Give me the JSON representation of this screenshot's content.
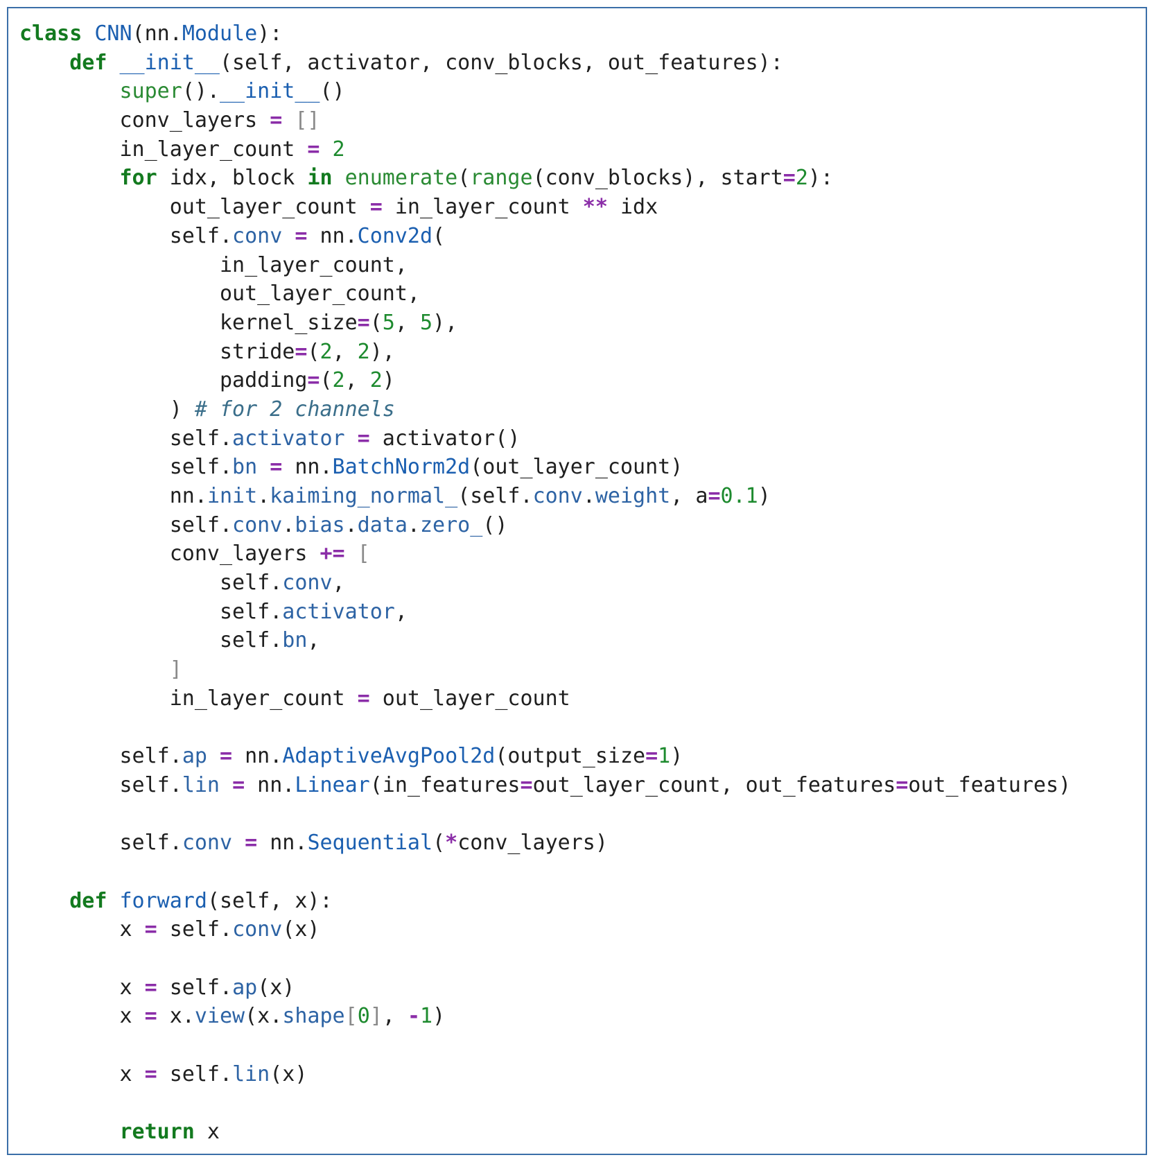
{
  "colors": {
    "frame_border": "#3b6fa8",
    "keyword": "#137a1f",
    "builtin": "#2a8a33",
    "name": "#1b5fb0",
    "attribute": "#2d63a4",
    "operator": "#8b2ea8",
    "number": "#1d8a2e",
    "bracket": "#8a8a8a",
    "comment": "#3a6e8a",
    "text": "#1f1f1f"
  },
  "code": {
    "lines": [
      [
        [
          "kw",
          "class"
        ],
        [
          "p",
          " "
        ],
        [
          "cls",
          "CNN"
        ],
        [
          "p",
          "(nn."
        ],
        [
          "cls",
          "Module"
        ],
        [
          "p",
          "):"
        ]
      ],
      [
        [
          "p",
          "    "
        ],
        [
          "kw",
          "def"
        ],
        [
          "p",
          " "
        ],
        [
          "fn",
          "__init__"
        ],
        [
          "p",
          "(self, activator, conv_blocks, out_features):"
        ]
      ],
      [
        [
          "p",
          "        "
        ],
        [
          "builtin",
          "super"
        ],
        [
          "p",
          "()."
        ],
        [
          "fn",
          "__init__"
        ],
        [
          "p",
          "()"
        ]
      ],
      [
        [
          "p",
          "        conv_layers "
        ],
        [
          "op",
          "="
        ],
        [
          "p",
          " "
        ],
        [
          "bracket",
          "[]"
        ]
      ],
      [
        [
          "p",
          "        in_layer_count "
        ],
        [
          "op",
          "="
        ],
        [
          "p",
          " "
        ],
        [
          "num",
          "2"
        ]
      ],
      [
        [
          "p",
          "        "
        ],
        [
          "kw",
          "for"
        ],
        [
          "p",
          " idx, block "
        ],
        [
          "kw",
          "in"
        ],
        [
          "p",
          " "
        ],
        [
          "builtin",
          "enumerate"
        ],
        [
          "p",
          "("
        ],
        [
          "builtin",
          "range"
        ],
        [
          "p",
          "(conv_blocks), start"
        ],
        [
          "op",
          "="
        ],
        [
          "num",
          "2"
        ],
        [
          "p",
          "):"
        ]
      ],
      [
        [
          "p",
          "            out_layer_count "
        ],
        [
          "op",
          "="
        ],
        [
          "p",
          " in_layer_count "
        ],
        [
          "op",
          "**"
        ],
        [
          "p",
          " idx"
        ]
      ],
      [
        [
          "p",
          "            self."
        ],
        [
          "attr",
          "conv"
        ],
        [
          "p",
          " "
        ],
        [
          "op",
          "="
        ],
        [
          "p",
          " nn."
        ],
        [
          "cls",
          "Conv2d"
        ],
        [
          "p",
          "("
        ]
      ],
      [
        [
          "p",
          "                in_layer_count,"
        ]
      ],
      [
        [
          "p",
          "                out_layer_count,"
        ]
      ],
      [
        [
          "p",
          "                kernel_size"
        ],
        [
          "op",
          "="
        ],
        [
          "p",
          "("
        ],
        [
          "num",
          "5"
        ],
        [
          "p",
          ", "
        ],
        [
          "num",
          "5"
        ],
        [
          "p",
          "),"
        ]
      ],
      [
        [
          "p",
          "                stride"
        ],
        [
          "op",
          "="
        ],
        [
          "p",
          "("
        ],
        [
          "num",
          "2"
        ],
        [
          "p",
          ", "
        ],
        [
          "num",
          "2"
        ],
        [
          "p",
          "),"
        ]
      ],
      [
        [
          "p",
          "                padding"
        ],
        [
          "op",
          "="
        ],
        [
          "p",
          "("
        ],
        [
          "num",
          "2"
        ],
        [
          "p",
          ", "
        ],
        [
          "num",
          "2"
        ],
        [
          "p",
          ")"
        ]
      ],
      [
        [
          "p",
          "            ) "
        ],
        [
          "cmt",
          "# for 2 channels"
        ]
      ],
      [
        [
          "p",
          "            self."
        ],
        [
          "attr",
          "activator"
        ],
        [
          "p",
          " "
        ],
        [
          "op",
          "="
        ],
        [
          "p",
          " activator()"
        ]
      ],
      [
        [
          "p",
          "            self."
        ],
        [
          "attr",
          "bn"
        ],
        [
          "p",
          " "
        ],
        [
          "op",
          "="
        ],
        [
          "p",
          " nn."
        ],
        [
          "cls",
          "BatchNorm2d"
        ],
        [
          "p",
          "(out_layer_count)"
        ]
      ],
      [
        [
          "p",
          "            nn."
        ],
        [
          "attr",
          "init"
        ],
        [
          "p",
          "."
        ],
        [
          "attr",
          "kaiming_normal_"
        ],
        [
          "p",
          "(self."
        ],
        [
          "attr",
          "conv"
        ],
        [
          "p",
          "."
        ],
        [
          "attr",
          "weight"
        ],
        [
          "p",
          ", a"
        ],
        [
          "op",
          "="
        ],
        [
          "num",
          "0.1"
        ],
        [
          "p",
          ")"
        ]
      ],
      [
        [
          "p",
          "            self."
        ],
        [
          "attr",
          "conv"
        ],
        [
          "p",
          "."
        ],
        [
          "attr",
          "bias"
        ],
        [
          "p",
          "."
        ],
        [
          "attr",
          "data"
        ],
        [
          "p",
          "."
        ],
        [
          "attr",
          "zero_"
        ],
        [
          "p",
          "()"
        ]
      ],
      [
        [
          "p",
          "            conv_layers "
        ],
        [
          "op",
          "+="
        ],
        [
          "p",
          " "
        ],
        [
          "bracket",
          "["
        ]
      ],
      [
        [
          "p",
          "                self."
        ],
        [
          "attr",
          "conv"
        ],
        [
          "p",
          ","
        ]
      ],
      [
        [
          "p",
          "                self."
        ],
        [
          "attr",
          "activator"
        ],
        [
          "p",
          ","
        ]
      ],
      [
        [
          "p",
          "                self."
        ],
        [
          "attr",
          "bn"
        ],
        [
          "p",
          ","
        ]
      ],
      [
        [
          "p",
          "            "
        ],
        [
          "bracket",
          "]"
        ]
      ],
      [
        [
          "p",
          "            in_layer_count "
        ],
        [
          "op",
          "="
        ],
        [
          "p",
          " out_layer_count"
        ]
      ],
      [],
      [
        [
          "p",
          "        self."
        ],
        [
          "attr",
          "ap"
        ],
        [
          "p",
          " "
        ],
        [
          "op",
          "="
        ],
        [
          "p",
          " nn."
        ],
        [
          "cls",
          "AdaptiveAvgPool2d"
        ],
        [
          "p",
          "(output_size"
        ],
        [
          "op",
          "="
        ],
        [
          "num",
          "1"
        ],
        [
          "p",
          ")"
        ]
      ],
      [
        [
          "p",
          "        self."
        ],
        [
          "attr",
          "lin"
        ],
        [
          "p",
          " "
        ],
        [
          "op",
          "="
        ],
        [
          "p",
          " nn."
        ],
        [
          "cls",
          "Linear"
        ],
        [
          "p",
          "(in_features"
        ],
        [
          "op",
          "="
        ],
        [
          "p",
          "out_layer_count, out_features"
        ],
        [
          "op",
          "="
        ],
        [
          "p",
          "out_features)"
        ]
      ],
      [],
      [
        [
          "p",
          "        self."
        ],
        [
          "attr",
          "conv"
        ],
        [
          "p",
          " "
        ],
        [
          "op",
          "="
        ],
        [
          "p",
          " nn."
        ],
        [
          "cls",
          "Sequential"
        ],
        [
          "p",
          "("
        ],
        [
          "op",
          "*"
        ],
        [
          "p",
          "conv_layers)"
        ]
      ],
      [],
      [
        [
          "p",
          "    "
        ],
        [
          "kw",
          "def"
        ],
        [
          "p",
          " "
        ],
        [
          "fn",
          "forward"
        ],
        [
          "p",
          "(self, x):"
        ]
      ],
      [
        [
          "p",
          "        x "
        ],
        [
          "op",
          "="
        ],
        [
          "p",
          " self."
        ],
        [
          "attr",
          "conv"
        ],
        [
          "p",
          "(x)"
        ]
      ],
      [],
      [
        [
          "p",
          "        x "
        ],
        [
          "op",
          "="
        ],
        [
          "p",
          " self."
        ],
        [
          "attr",
          "ap"
        ],
        [
          "p",
          "(x)"
        ]
      ],
      [
        [
          "p",
          "        x "
        ],
        [
          "op",
          "="
        ],
        [
          "p",
          " x."
        ],
        [
          "attr",
          "view"
        ],
        [
          "p",
          "(x."
        ],
        [
          "attr",
          "shape"
        ],
        [
          "bracket",
          "["
        ],
        [
          "num",
          "0"
        ],
        [
          "bracket",
          "]"
        ],
        [
          "p",
          ", "
        ],
        [
          "op",
          "-"
        ],
        [
          "num",
          "1"
        ],
        [
          "p",
          ")"
        ]
      ],
      [],
      [
        [
          "p",
          "        x "
        ],
        [
          "op",
          "="
        ],
        [
          "p",
          " self."
        ],
        [
          "attr",
          "lin"
        ],
        [
          "p",
          "(x)"
        ]
      ],
      [],
      [
        [
          "p",
          "        "
        ],
        [
          "kw",
          "return"
        ],
        [
          "p",
          " x"
        ]
      ]
    ]
  }
}
